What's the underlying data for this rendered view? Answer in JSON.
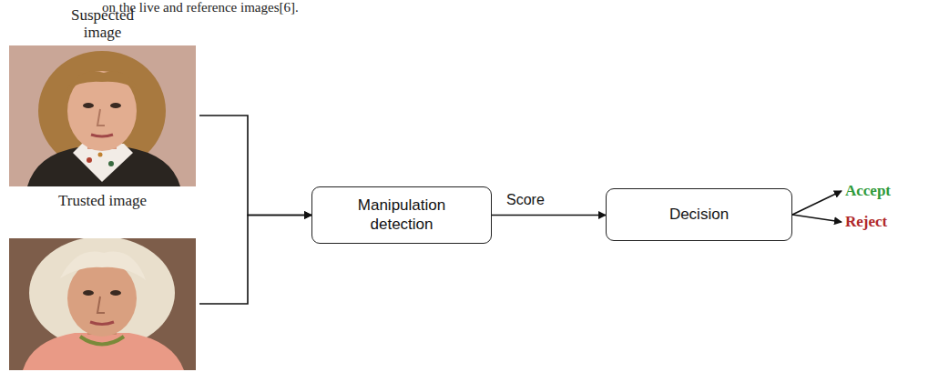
{
  "diagram": {
    "nodes": [
      {
        "text": [
          "Suspected image"
        ]
      },
      {
        "text": [
          "Trusted image"
        ]
      },
      {
        "text": [
          "Manipulation detection"
        ]
      },
      {
        "text": [
          "Decision"
        ]
      },
      {
        "text": [
          "Accept"
        ]
      },
      {
        "text": [
          "Reject"
        ]
      }
    ],
    "edges": [
      {
        "from": 0,
        "to": 2,
        "arrow": "to"
      },
      {
        "from": 1,
        "to": 2,
        "arrow": "to"
      },
      {
        "from": 2,
        "to": 3,
        "label": "Score",
        "arrow": "to"
      },
      {
        "from": 3,
        "to": 4,
        "arrow": "to"
      },
      {
        "from": 3,
        "to": 5,
        "arrow": "to"
      }
    ],
    "labels": [
      "on the live and reference images[6]."
    ]
  }
}
